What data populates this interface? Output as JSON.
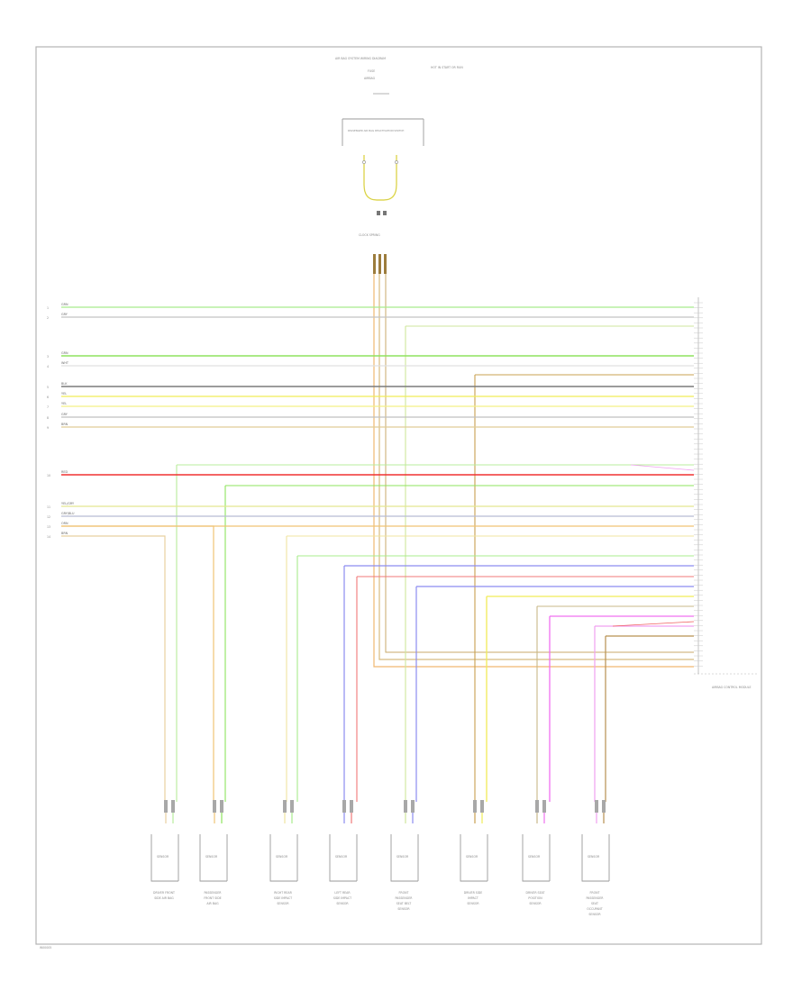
{
  "diagram": {
    "header_labels": [
      "AIR BAG SYSTEM WIRING DIAGRAM",
      "HOT IN START OR RUN",
      "FUSE",
      "AIRBAG"
    ],
    "top_module_label": "PASSENGER AIR BAG DEACTIVATION SWITCH",
    "connector_label": "CLOCK SPRING",
    "control_module_label": "AIRBAG CONTROL MODULE",
    "page_marker": "W00005",
    "left_wires": [
      {
        "num": "1",
        "color_name": "GRN",
        "color": "#a8ec8c"
      },
      {
        "num": "2",
        "color_name": "GRY",
        "color": "#c4c4c4"
      },
      {
        "num": "3",
        "color_name": "GRN",
        "color": "#8ee45e"
      },
      {
        "num": "4",
        "color_name": "WHT",
        "color": "#e0e0e0"
      },
      {
        "num": "5",
        "color_name": "BLK",
        "color": "#7a7a7a"
      },
      {
        "num": "6",
        "color_name": "YEL",
        "color": "#f0ec58"
      },
      {
        "num": "7",
        "color_name": "YEL",
        "color": "#f4f088"
      },
      {
        "num": "8",
        "color_name": "GRY",
        "color": "#c0c0c0"
      },
      {
        "num": "9",
        "color_name": "BRN",
        "color": "#e0cc98"
      },
      {
        "num": "10",
        "color_name": "RED",
        "color": "#f03030"
      },
      {
        "num": "11",
        "color_name": "YEL/GRY",
        "color": "#e4e890"
      },
      {
        "num": "12",
        "color_name": "GRY/BLU",
        "color": "#b8bcd4"
      },
      {
        "num": "13",
        "color_name": "ORN",
        "color": "#f0c474"
      },
      {
        "num": "14",
        "color_name": "BRN",
        "color": "#e8d0a0"
      }
    ],
    "sensors": [
      {
        "name": "SENSOR",
        "caption": "DRIVER FRONT SIDE AIR BAG"
      },
      {
        "name": "SENSOR",
        "caption": "PASSENGER FRONT SIDE AIR BAG"
      },
      {
        "name": "SENSOR",
        "caption": "RIGHT REAR SIDE IMPACT SENSOR"
      },
      {
        "name": "SENSOR",
        "caption": "LEFT REAR SIDE IMPACT SENSOR"
      },
      {
        "name": "SENSOR",
        "caption": "FRONT PASSENGER SEAT BELT SENSOR"
      },
      {
        "name": "SENSOR",
        "caption": "DRIVER SIDE IMPACT SENSOR"
      },
      {
        "name": "SENSOR",
        "caption": "DRIVER SEAT POSITION SENSOR"
      },
      {
        "name": "SENSOR",
        "caption": "FRONT PASSENGER SEAT OCCUPANT SENSOR"
      }
    ]
  }
}
